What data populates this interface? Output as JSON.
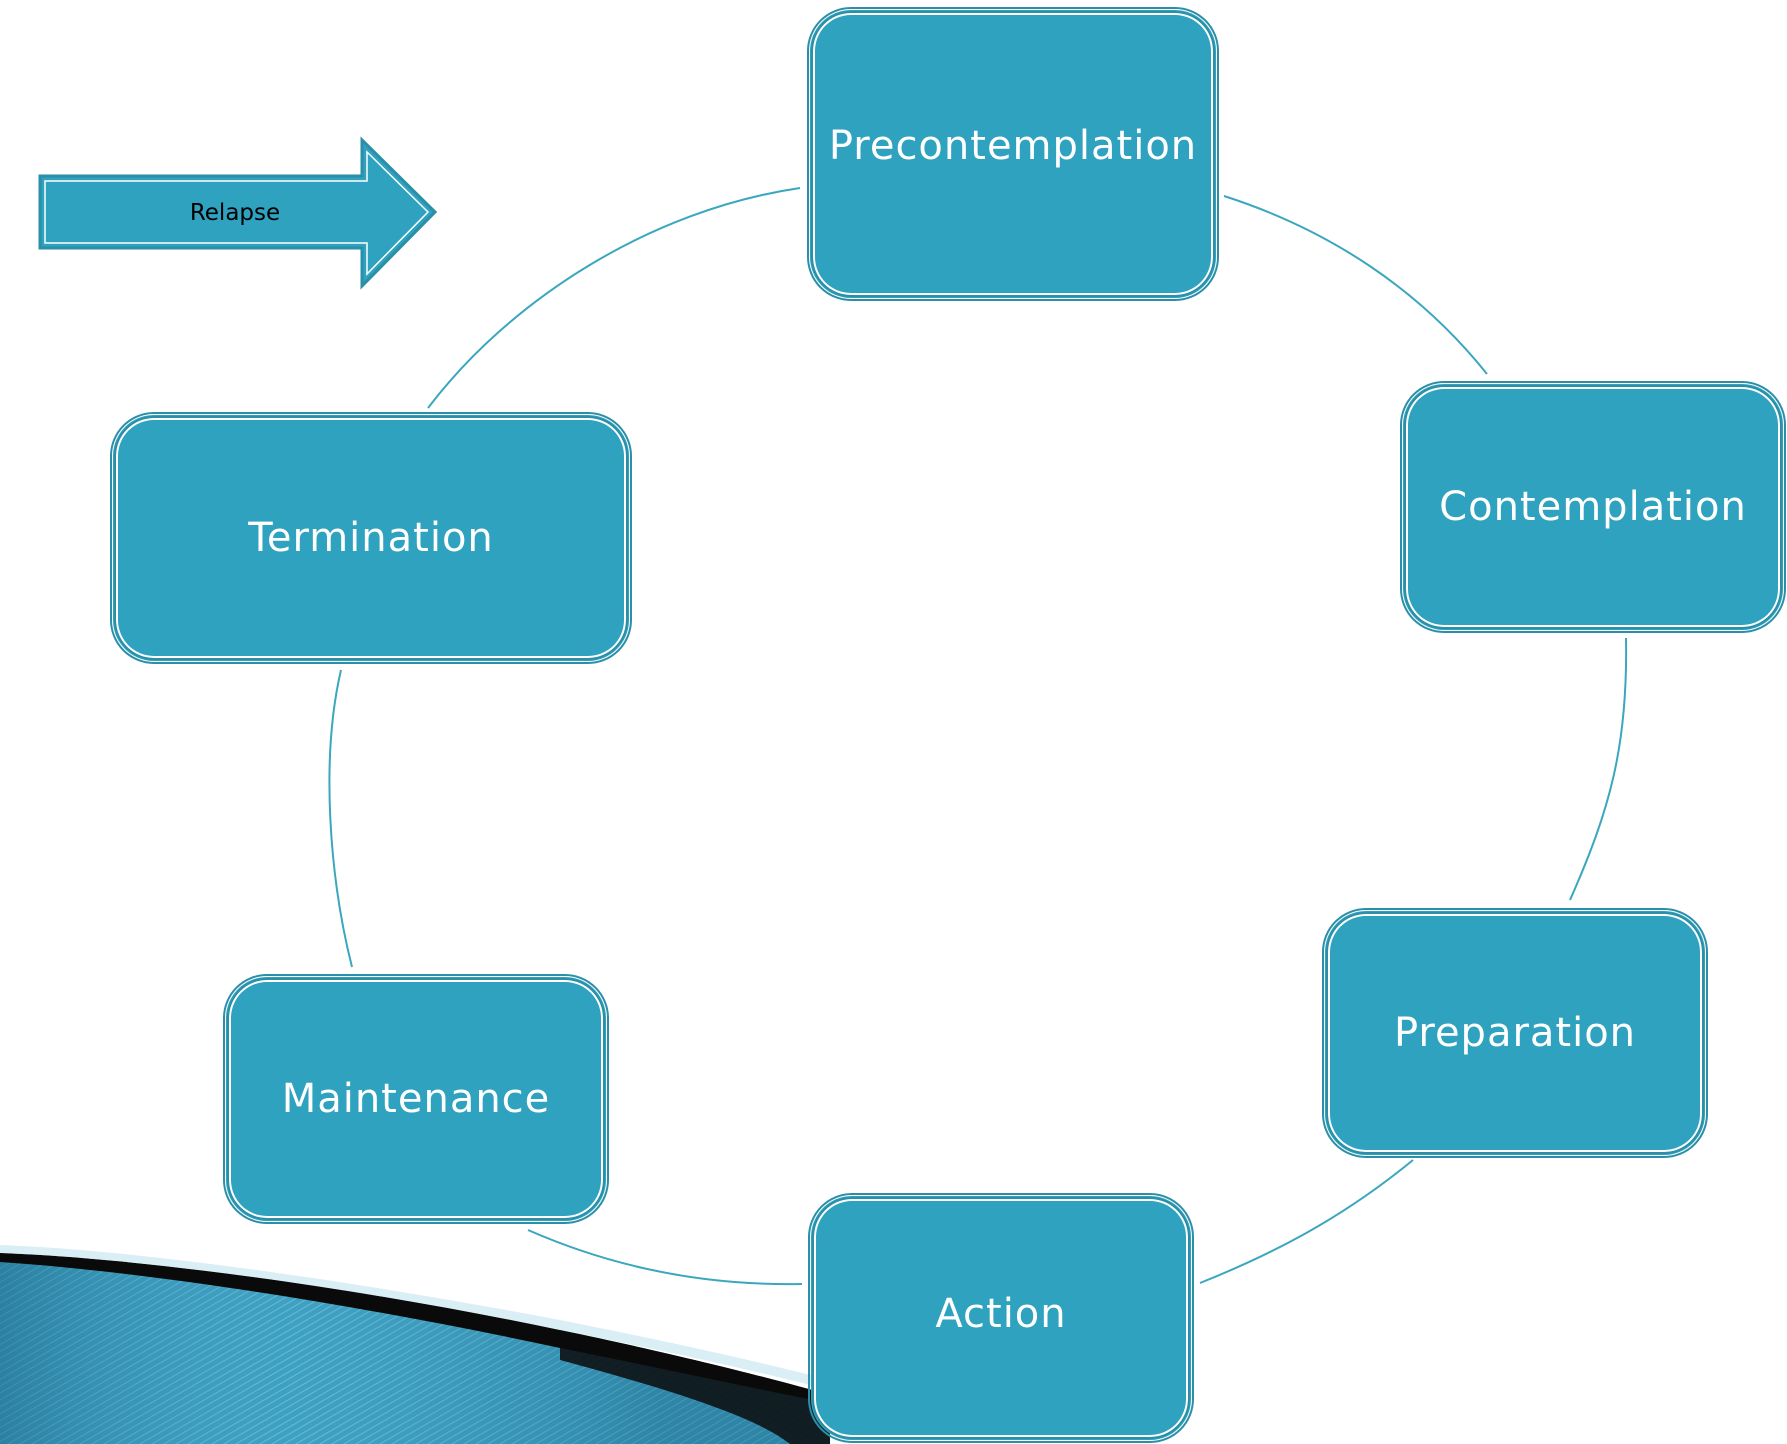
{
  "colors": {
    "stage_fill": "#2ea2bf",
    "stage_border": "#2b8fa8",
    "connector": "#3aa7bf",
    "arrow_fill": "#2ea2bf"
  },
  "relapse_arrow": {
    "label": "Relapse"
  },
  "stages": [
    {
      "id": "precontemplation",
      "label": "Precontemplation"
    },
    {
      "id": "contemplation",
      "label": "Contemplation"
    },
    {
      "id": "preparation",
      "label": "Preparation"
    },
    {
      "id": "action",
      "label": "Action"
    },
    {
      "id": "maintenance",
      "label": "Maintenance"
    },
    {
      "id": "termination",
      "label": "Termination"
    }
  ]
}
